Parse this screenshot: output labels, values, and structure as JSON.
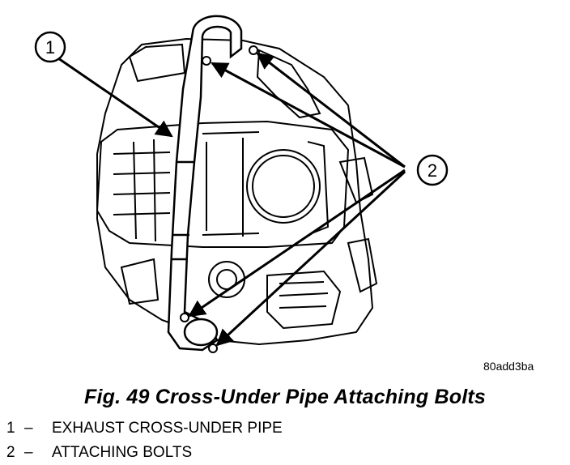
{
  "figure": {
    "image_code": "80add3ba",
    "callout_1": "1",
    "callout_2": "2"
  },
  "caption": "Fig. 49 Cross-Under Pipe Attaching Bolts",
  "legend": [
    {
      "number": "1",
      "dash": "–",
      "text": "EXHAUST CROSS-UNDER PIPE"
    },
    {
      "number": "2",
      "dash": "–",
      "text": "ATTACHING BOLTS"
    }
  ]
}
